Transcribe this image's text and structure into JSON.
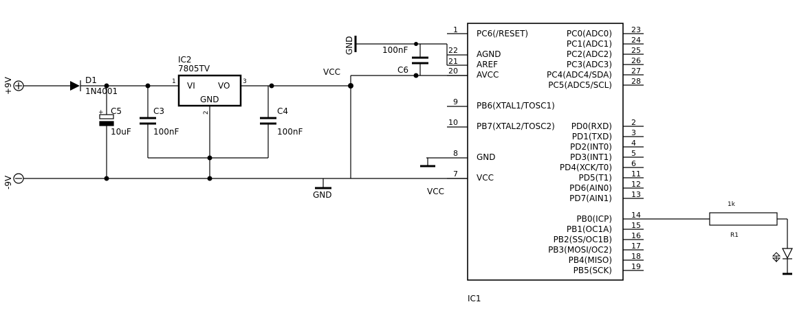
{
  "power_in": {
    "plus": "+9V",
    "minus": "-9V"
  },
  "d1": {
    "name": "D1",
    "value": "1N4001"
  },
  "c5": {
    "name": "C5",
    "value": "10uF",
    "pol": "+"
  },
  "c3": {
    "name": "C3",
    "value": "100nF"
  },
  "c4": {
    "name": "C4",
    "value": "100nF"
  },
  "c6": {
    "name": "C6",
    "value": "100nF"
  },
  "ic2": {
    "name": "IC2",
    "type": "7805TV",
    "vi": "VI",
    "vo": "VO",
    "gnd": "GND",
    "pin1": "1",
    "pin2": "2",
    "pin3": "3"
  },
  "nets": {
    "vcc": "VCC",
    "gnd": "GND"
  },
  "r1": {
    "name": "R1",
    "value": "1k"
  },
  "ic1": {
    "name": "IC1",
    "left_pins": [
      {
        "num": "1",
        "label": "PC6(/RESET)"
      },
      {
        "num": "22",
        "label": "AGND"
      },
      {
        "num": "21",
        "label": "AREF"
      },
      {
        "num": "20",
        "label": "AVCC"
      },
      {
        "num": "9",
        "label": "PB6(XTAL1/TOSC1)"
      },
      {
        "num": "10",
        "label": "PB7(XTAL2/TOSC2)"
      },
      {
        "num": "8",
        "label": "GND"
      },
      {
        "num": "7",
        "label": "VCC"
      }
    ],
    "right_pins": [
      {
        "num": "23",
        "label": "PC0(ADC0)"
      },
      {
        "num": "24",
        "label": "PC1(ADC1)"
      },
      {
        "num": "25",
        "label": "PC2(ADC2)"
      },
      {
        "num": "26",
        "label": "PC3(ADC3)"
      },
      {
        "num": "27",
        "label": "PC4(ADC4/SDA)"
      },
      {
        "num": "28",
        "label": "PC5(ADC5/SCL)"
      },
      {
        "num": "2",
        "label": "PD0(RXD)"
      },
      {
        "num": "3",
        "label": "PD1(TXD)"
      },
      {
        "num": "4",
        "label": "PD2(INT0)"
      },
      {
        "num": "5",
        "label": "PD3(INT1)"
      },
      {
        "num": "6",
        "label": "PD4(XCK/T0)"
      },
      {
        "num": "11",
        "label": "PD5(T1)"
      },
      {
        "num": "12",
        "label": "PD6(AIN0)"
      },
      {
        "num": "13",
        "label": "PD7(AIN1)"
      },
      {
        "num": "14",
        "label": "PB0(ICP)"
      },
      {
        "num": "15",
        "label": "PB1(OC1A)"
      },
      {
        "num": "16",
        "label": "PB2(SS/OC1B)"
      },
      {
        "num": "17",
        "label": "PB3(MOSI/OC2)"
      },
      {
        "num": "18",
        "label": "PB4(MISO)"
      },
      {
        "num": "19",
        "label": "PB5(SCK)"
      }
    ]
  }
}
